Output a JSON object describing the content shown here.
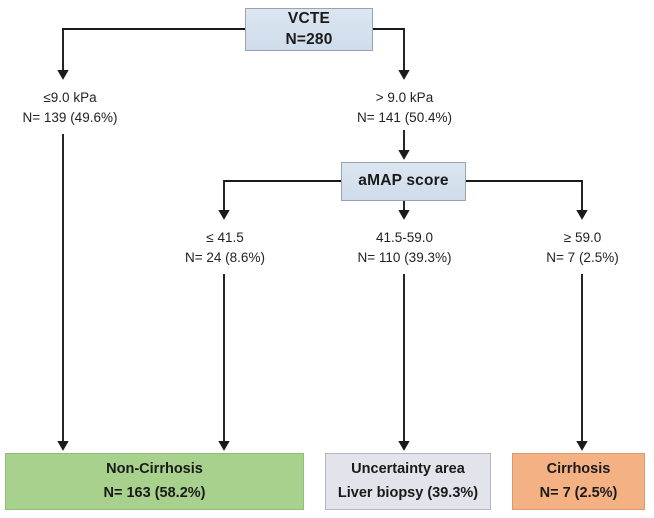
{
  "diagram": {
    "title": "VCTE and aMAP score cirrhosis diagnostic flowchart",
    "colors": {
      "decision_box": "#d6e2ef",
      "non_cirrhosis": "#a9d18e",
      "uncertainty": "#e3e3ec",
      "cirrhosis": "#f4b183",
      "connector": "#1a1a1a"
    },
    "nodes": {
      "vcte": {
        "line1": "VCTE",
        "line2": "N=280"
      },
      "amap": {
        "line1": "aMAP score"
      },
      "non_cirrhosis": {
        "line1": "Non-Cirrhosis",
        "line2": "N= 163 (58.2%)"
      },
      "uncertainty": {
        "line1": "Uncertainty area",
        "line2": "Liver biopsy (39.3%)"
      },
      "cirrhosis": {
        "line1": "Cirrhosis",
        "line2": "N= 7 (2.5%)"
      }
    },
    "edge_labels": {
      "vcte_low": {
        "criterion": "≤9.0 kPa",
        "count": "N= 139 (49.6%)"
      },
      "vcte_high": {
        "criterion": "> 9.0 kPa",
        "count": "N= 141 (50.4%)"
      },
      "amap_low": {
        "criterion": "≤ 41.5",
        "count": "N= 24 (8.6%)"
      },
      "amap_mid": {
        "criterion": "41.5-59.0",
        "count": "N= 110 (39.3%)"
      },
      "amap_high": {
        "criterion": "≥ 59.0",
        "count": "N= 7 (2.5%)"
      }
    }
  }
}
